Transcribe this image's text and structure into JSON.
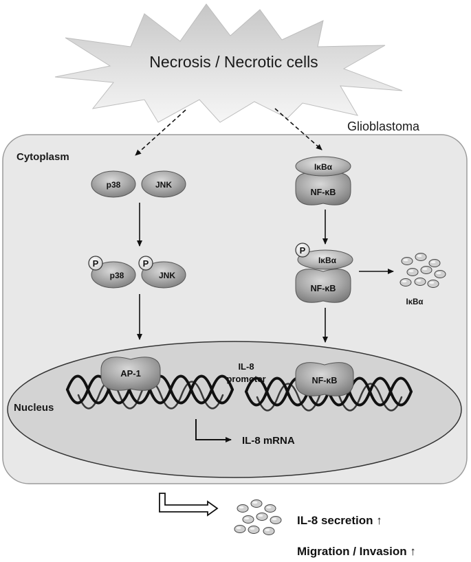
{
  "stimulus": {
    "label": "Necrosis / Necrotic cells"
  },
  "cell": {
    "label": "Glioblastoma"
  },
  "cytoplasm": {
    "label": "Cytoplasm"
  },
  "nucleus": {
    "label": "Nucleus"
  },
  "kinases": {
    "p38": "p38",
    "jnk": "JNK",
    "phospho": "P"
  },
  "ikb_complex": {
    "ikba": "IκBα",
    "nfkb": "NF-κB",
    "degraded_label": "IκBα"
  },
  "transcription": {
    "ap1": "AP-1",
    "nfkb": "NF-κB",
    "promoter_line1": "IL-8",
    "promoter_line2": "promoter",
    "mrna": "IL-8 mRNA"
  },
  "outcomes": {
    "secretion": "IL-8 secretion ↑",
    "migration": "Migration / Invasion ↑"
  },
  "colors": {
    "cell_fill": "#e8e8e8",
    "nucleus_fill": "#d3d3d3",
    "protein_fill": "#9a9a9a"
  }
}
